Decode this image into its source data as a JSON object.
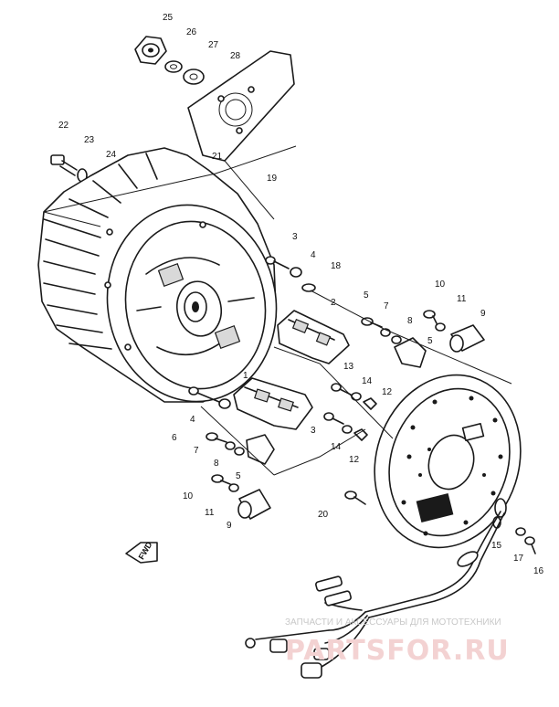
{
  "callouts": [
    {
      "id": "c25",
      "text": "25"
    },
    {
      "id": "c26",
      "text": "26"
    },
    {
      "id": "c27",
      "text": "27"
    },
    {
      "id": "c28",
      "text": "28"
    },
    {
      "id": "c22",
      "text": "22"
    },
    {
      "id": "c23",
      "text": "23"
    },
    {
      "id": "c24",
      "text": "24"
    },
    {
      "id": "c21",
      "text": "21"
    },
    {
      "id": "c19",
      "text": "19"
    },
    {
      "id": "c3a",
      "text": "3"
    },
    {
      "id": "c4a",
      "text": "4"
    },
    {
      "id": "c18",
      "text": "18"
    },
    {
      "id": "c2",
      "text": "2"
    },
    {
      "id": "c5a",
      "text": "5"
    },
    {
      "id": "c7a",
      "text": "7"
    },
    {
      "id": "c8a",
      "text": "8"
    },
    {
      "id": "c10a",
      "text": "10"
    },
    {
      "id": "c11a",
      "text": "11"
    },
    {
      "id": "c9a",
      "text": "9"
    },
    {
      "id": "c5b",
      "text": "5"
    },
    {
      "id": "c13",
      "text": "13"
    },
    {
      "id": "c14a",
      "text": "14"
    },
    {
      "id": "c12a",
      "text": "12"
    },
    {
      "id": "c1",
      "text": "1"
    },
    {
      "id": "c4b",
      "text": "4"
    },
    {
      "id": "c3b",
      "text": "3"
    },
    {
      "id": "c14b",
      "text": "14"
    },
    {
      "id": "c12b",
      "text": "12"
    },
    {
      "id": "c6",
      "text": "6"
    },
    {
      "id": "c7b",
      "text": "7"
    },
    {
      "id": "c8b",
      "text": "8"
    },
    {
      "id": "c5c",
      "text": "5"
    },
    {
      "id": "c10b",
      "text": "10"
    },
    {
      "id": "c11b",
      "text": "11"
    },
    {
      "id": "c9b",
      "text": "9"
    },
    {
      "id": "c20",
      "text": "20"
    },
    {
      "id": "c15",
      "text": "15"
    },
    {
      "id": "c17",
      "text": "17"
    },
    {
      "id": "c16",
      "text": "16"
    }
  ],
  "fwd_label": "FWD",
  "watermark": {
    "top_text": "ЗАПЧАСТИ И АКСЕССУАРЫ ДЛЯ МОТОТЕХНИКИ",
    "site_text": "PARTSFOR.RU"
  },
  "colors": {
    "line": "#1a1a1a",
    "watermark": "#f3d2d2"
  }
}
